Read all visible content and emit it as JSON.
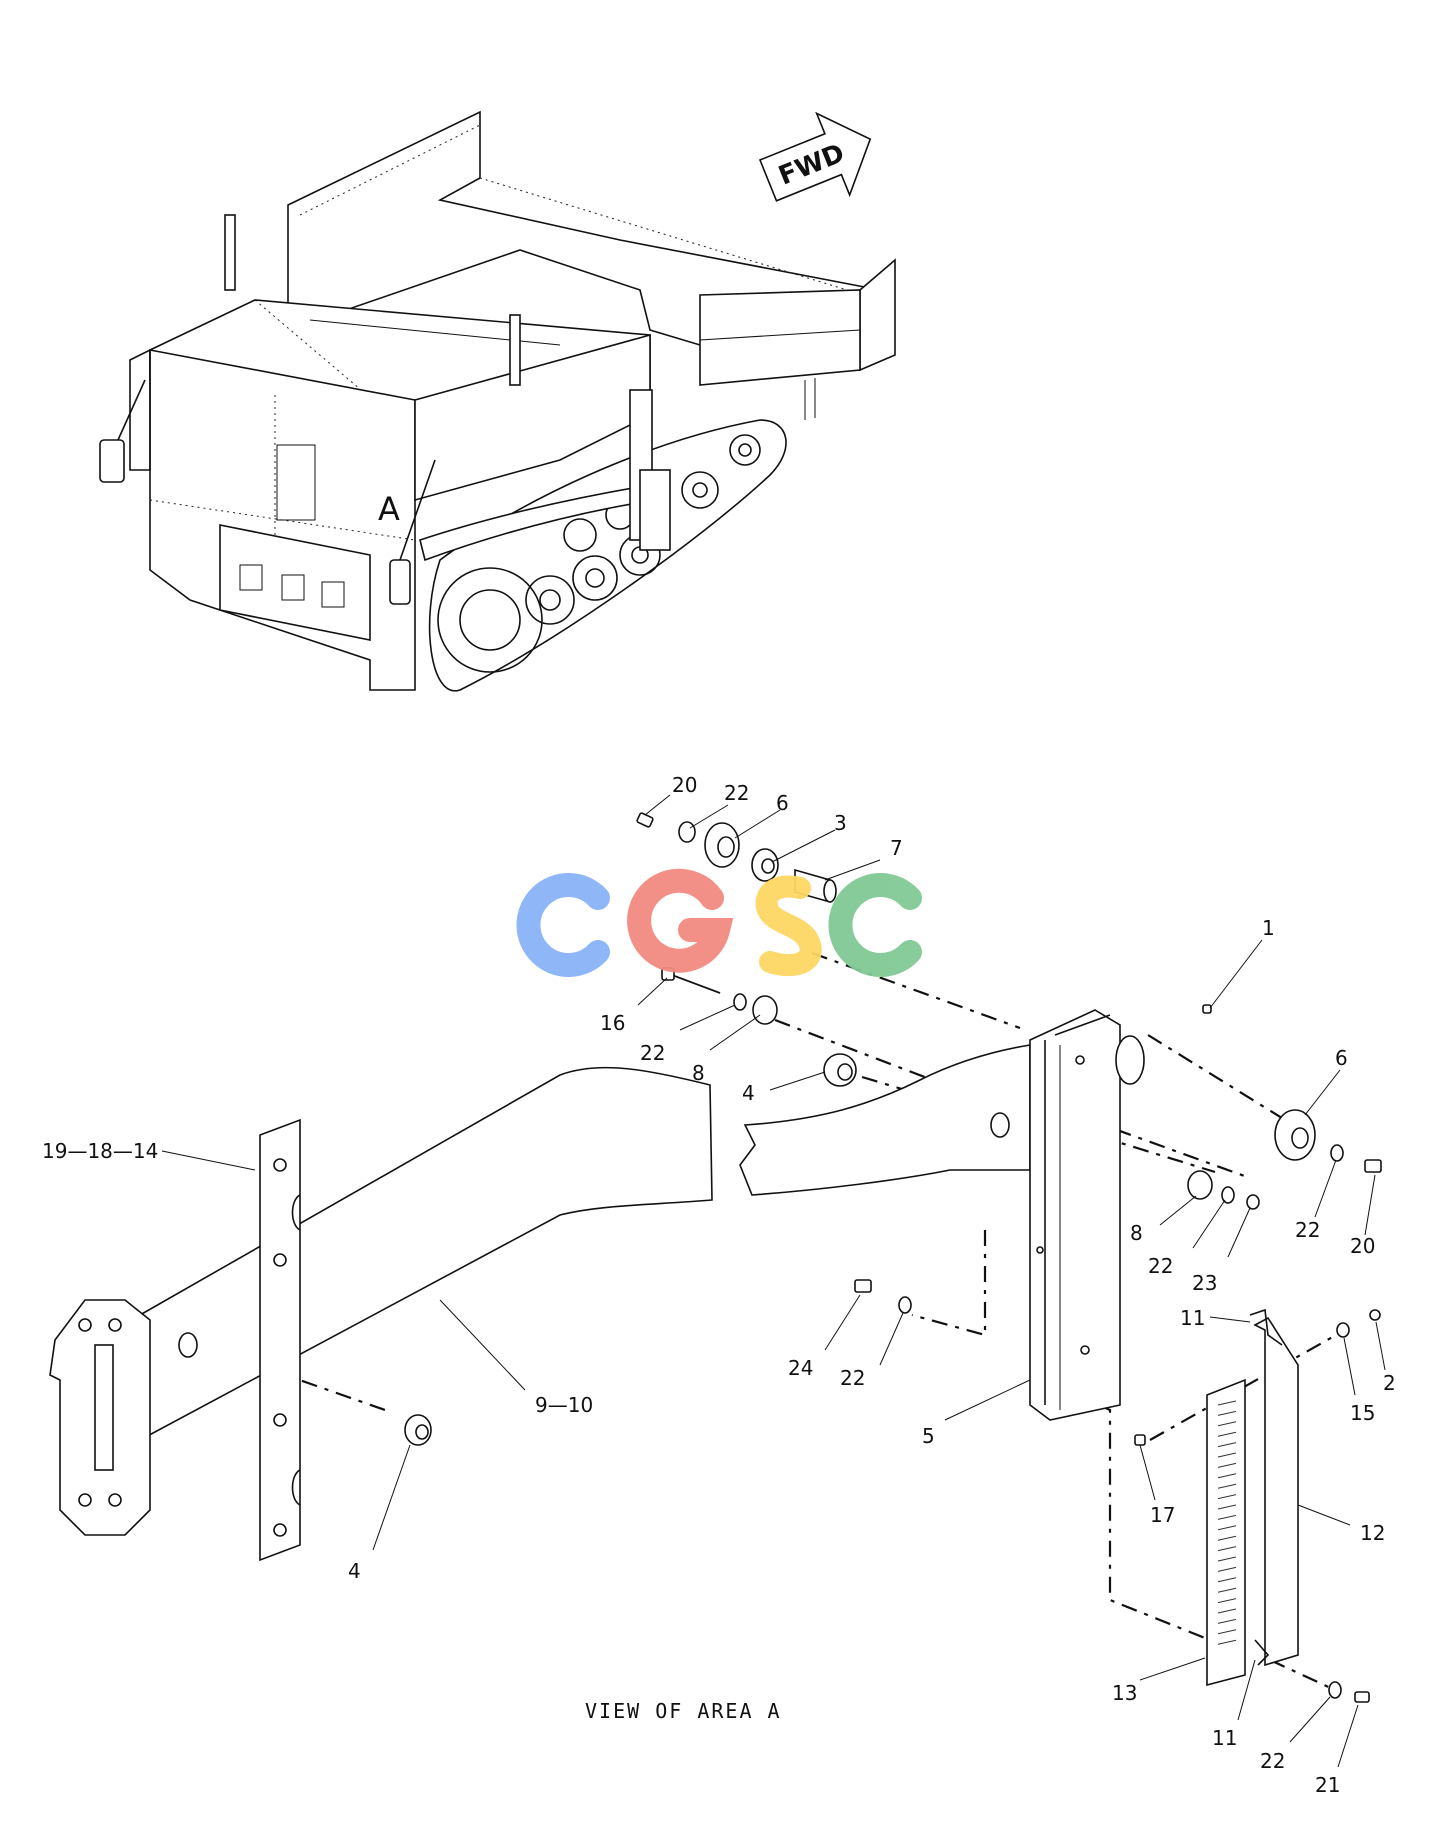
{
  "fwd_label": "FWD",
  "area_label": "A",
  "view_title": "VIEW OF AREA A",
  "watermark": {
    "text": "CGSC",
    "colors": [
      "#8AB4F8",
      "#F28B82",
      "#FDD663",
      "#81C995"
    ]
  },
  "callouts": [
    {
      "id": "c-20a",
      "text": "20"
    },
    {
      "id": "c-22a",
      "text": "22"
    },
    {
      "id": "c-6a",
      "text": "6"
    },
    {
      "id": "c-3",
      "text": "3"
    },
    {
      "id": "c-7",
      "text": "7"
    },
    {
      "id": "c-1",
      "text": "1"
    },
    {
      "id": "c-16",
      "text": "16"
    },
    {
      "id": "c-22b",
      "text": "22"
    },
    {
      "id": "c-8a",
      "text": "8"
    },
    {
      "id": "c-4a",
      "text": "4"
    },
    {
      "id": "c-6b",
      "text": "6"
    },
    {
      "id": "c-19-18-14",
      "text": "19—18—14"
    },
    {
      "id": "c-8b",
      "text": "8"
    },
    {
      "id": "c-22c",
      "text": "22"
    },
    {
      "id": "c-20b",
      "text": "20"
    },
    {
      "id": "c-22d",
      "text": "22"
    },
    {
      "id": "c-23",
      "text": "23"
    },
    {
      "id": "c-11a",
      "text": "11"
    },
    {
      "id": "c-2",
      "text": "2"
    },
    {
      "id": "c-15",
      "text": "15"
    },
    {
      "id": "c-24",
      "text": "24"
    },
    {
      "id": "c-22e",
      "text": "22"
    },
    {
      "id": "c-9-10",
      "text": "9—10"
    },
    {
      "id": "c-5",
      "text": "5"
    },
    {
      "id": "c-17",
      "text": "17"
    },
    {
      "id": "c-12",
      "text": "12"
    },
    {
      "id": "c-4b",
      "text": "4"
    },
    {
      "id": "c-13",
      "text": "13"
    },
    {
      "id": "c-11b",
      "text": "11"
    },
    {
      "id": "c-22f",
      "text": "22"
    },
    {
      "id": "c-21",
      "text": "21"
    }
  ]
}
